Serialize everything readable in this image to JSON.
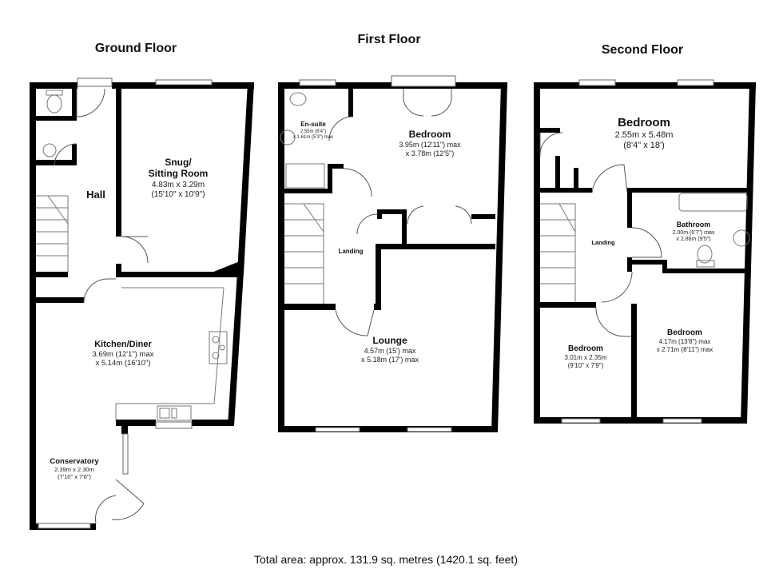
{
  "floors": {
    "ground": {
      "title": "Ground Floor",
      "rooms": {
        "hall": {
          "name": "Hall"
        },
        "snug": {
          "name1": "Snug/",
          "name2": "Sitting Room",
          "dim1": "4.83m x 3.29m",
          "dim2": "(15'10\" x 10'9\")"
        },
        "kitchen": {
          "name": "Kitchen/Diner",
          "dim1": "3.69m (12'1\") max",
          "dim2": "x 5.14m (16'10\")"
        },
        "conservatory": {
          "name": "Conservatory",
          "dim1": "2.39m x 2.30m",
          "dim2": "(7'10\" x 7'6\")"
        }
      }
    },
    "first": {
      "title": "First Floor",
      "rooms": {
        "ensuite": {
          "name": "En-suite",
          "dim1": "2.55m (8'4\")",
          "dim2": "x 1.61m (5'3\") max"
        },
        "bedroom": {
          "name": "Bedroom",
          "dim1": "3.95m (12'11\") max",
          "dim2": "x 3.78m (12'5\")"
        },
        "landing": {
          "name": "Landing"
        },
        "lounge": {
          "name": "Lounge",
          "dim1": "4.57m (15') max",
          "dim2": "x 5.18m (17') max"
        }
      }
    },
    "second": {
      "title": "Second Floor",
      "rooms": {
        "bedroom_main": {
          "name": "Bedroom",
          "dim1": "2.55m x 5.48m",
          "dim2": "(8'4\" x 18')"
        },
        "bathroom": {
          "name": "Bathroom",
          "dim1": "2.00m (6'7\") max",
          "dim2": "x 2.86m (9'5\")"
        },
        "landing": {
          "name": "Landing"
        },
        "bedroom_left": {
          "name": "Bedroom",
          "dim1": "3.01m x 2.35m",
          "dim2": "(9'10\" x 7'9\")"
        },
        "bedroom_right": {
          "name": "Bedroom",
          "dim1": "4.17m (13'8\") max",
          "dim2": "x 2.71m (8'11\") max"
        }
      }
    }
  },
  "total_area": "Total area: approx. 131.9 sq. metres (1420.1 sq. feet)"
}
